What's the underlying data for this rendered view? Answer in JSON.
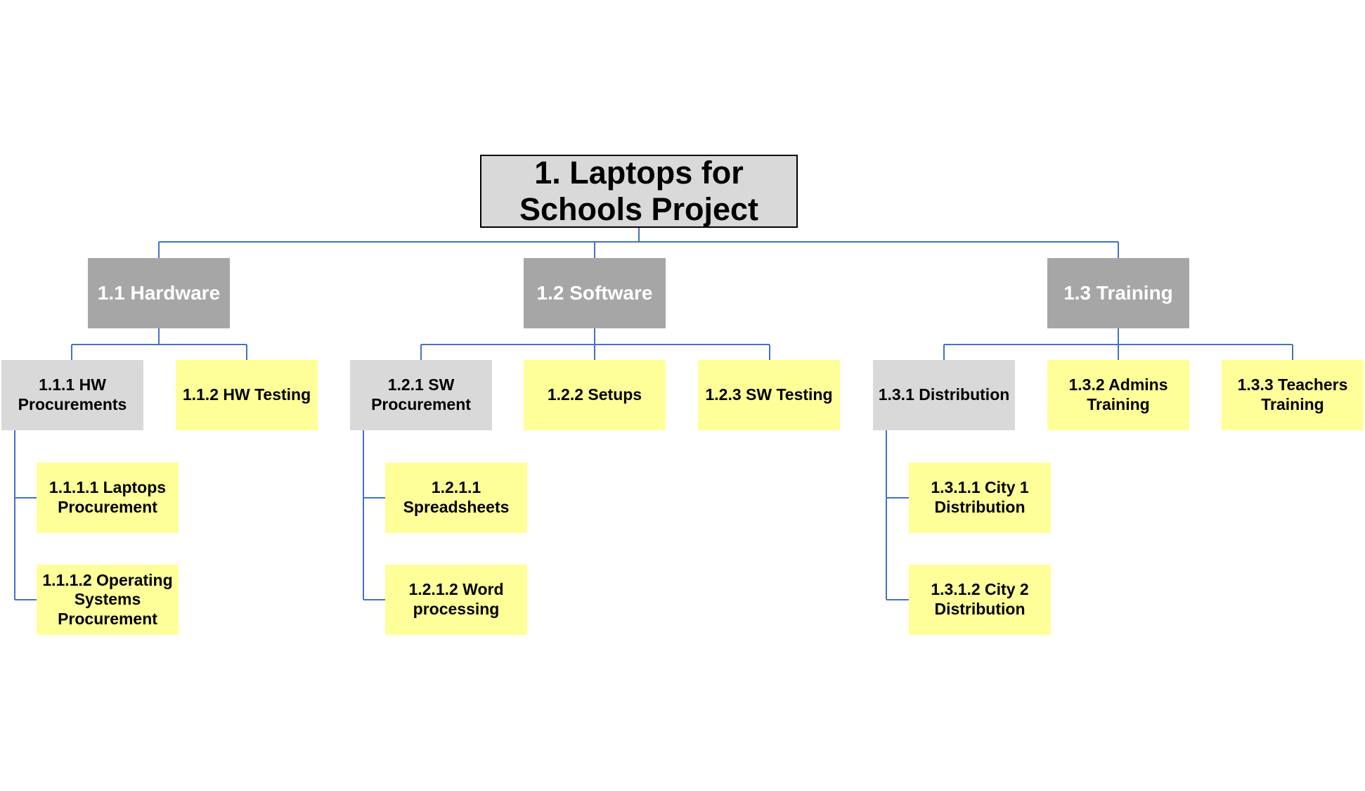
{
  "colors": {
    "connector": "#4472C4",
    "root_fill": "#D9D9D9",
    "level1_fill": "#A6A6A6",
    "grey_fill": "#D9D9D9",
    "yellow_fill": "#FFFF99"
  },
  "root": {
    "label": "1. Laptops for Schools Project"
  },
  "hardware": {
    "label": "1.1 Hardware",
    "hw_procurements": "1.1.1 HW Procurements",
    "laptops_procurement": "1.1.1.1 Laptops Procurement",
    "os_procurement": "1.1.1.2 Operating Systems Procurement",
    "hw_testing": "1.1.2 HW Testing"
  },
  "software": {
    "label": "1.2 Software",
    "sw_procurement": "1.2.1 SW Procurement",
    "spreadsheets": "1.2.1.1 Spreadsheets",
    "word_processing": "1.2.1.2 Word processing",
    "setups": "1.2.2 Setups",
    "sw_testing": "1.2.3 SW Testing"
  },
  "training": {
    "label": "1.3 Training",
    "distribution": "1.3.1 Distribution",
    "city1": "1.3.1.1 City 1 Distribution",
    "city2": "1.3.1.2 City 2 Distribution",
    "admins_training": "1.3.2 Admins Training",
    "teachers_training": "1.3.3 Teachers Training"
  }
}
